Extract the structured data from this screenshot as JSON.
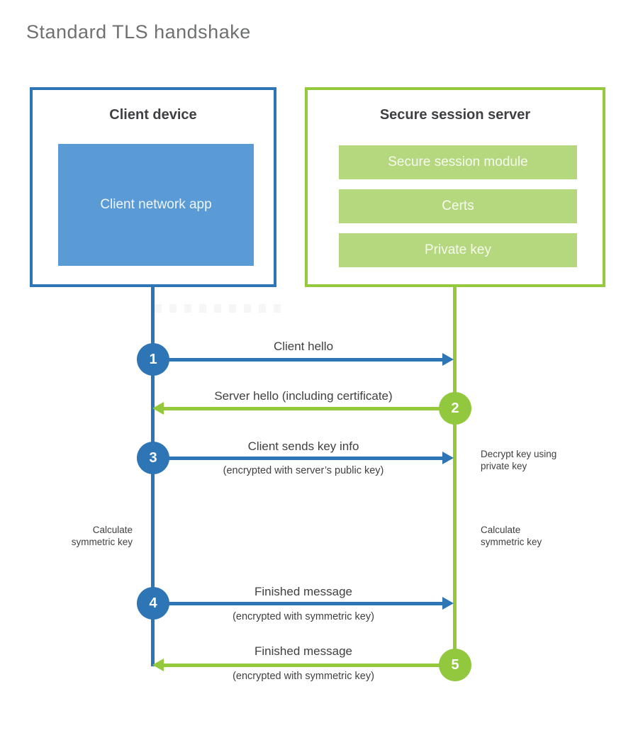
{
  "title": "Standard TLS handshake",
  "colors": {
    "blue": "#2e75b6",
    "blue_light": "#5b9bd5",
    "green": "#94c93c",
    "green_circle": "#92c83e",
    "green_light": "#b5d77e",
    "heading_text": "#3f4043",
    "label_text": "#414042",
    "title_text": "#6e7072"
  },
  "client": {
    "title": "Client device",
    "app_label": "Client network app"
  },
  "server": {
    "title": "Secure session server",
    "modules": [
      "Secure session module",
      "Certs",
      "Private key"
    ]
  },
  "steps": [
    {
      "num": "1",
      "label": "Client hello",
      "sublabel": "",
      "direction": "client-to-server"
    },
    {
      "num": "2",
      "label": "Server hello (including certificate)",
      "sublabel": "",
      "direction": "server-to-client"
    },
    {
      "num": "3",
      "label": "Client sends key info",
      "sublabel": "(encrypted with server’s public key)",
      "direction": "client-to-server"
    },
    {
      "num": "4",
      "label": "Finished message",
      "sublabel": "(encrypted with symmetric key)",
      "direction": "client-to-server"
    },
    {
      "num": "5",
      "label": "Finished message",
      "sublabel": "(encrypted with symmetric key)",
      "direction": "server-to-client"
    }
  ],
  "notes": {
    "decrypt": "Decrypt key using\nprivate key",
    "calc_left": "Calculate\nsymmetric key",
    "calc_right": "Calculate\nsymmetric key"
  }
}
